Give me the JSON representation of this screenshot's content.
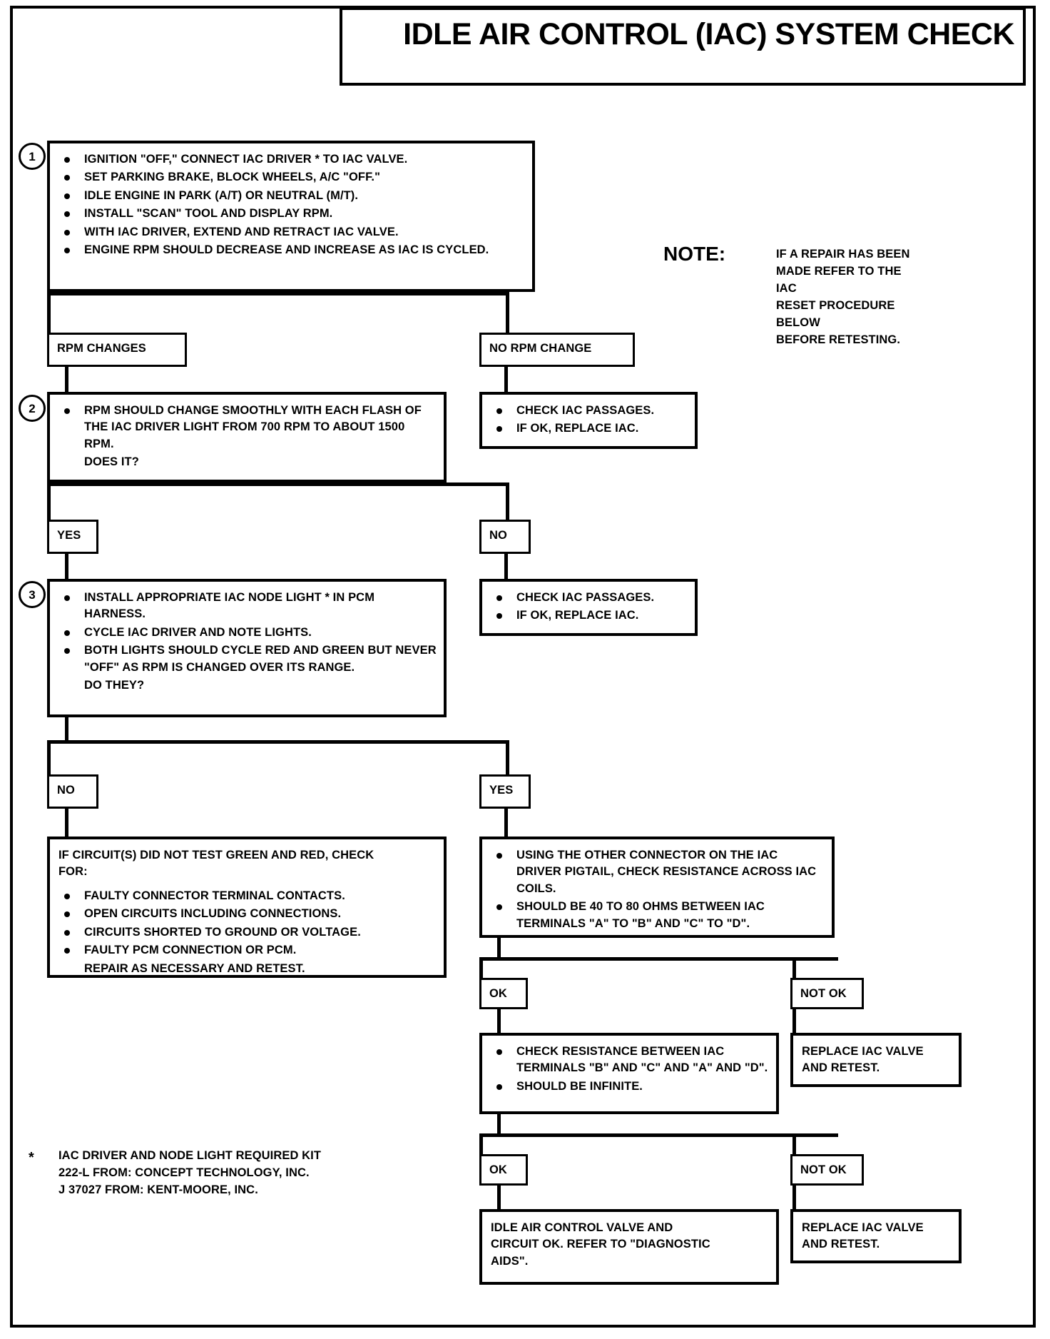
{
  "title": "IDLE AIR CONTROL (IAC) SYSTEM CHECK",
  "note": {
    "label": "NOTE:",
    "lines": [
      "IF A REPAIR HAS BEEN",
      "MADE REFER TO THE IAC",
      "RESET PROCEDURE BELOW",
      "BEFORE RETESTING."
    ]
  },
  "steps": {
    "one": {
      "number": "1",
      "bullets": [
        "IGNITION \"OFF,\" CONNECT IAC DRIVER * TO IAC VALVE.",
        "SET PARKING BRAKE, BLOCK WHEELS, A/C \"OFF.\"",
        "IDLE ENGINE IN PARK (A/T) OR NEUTRAL (M/T).",
        "INSTALL \"SCAN\" TOOL AND DISPLAY RPM.",
        "WITH IAC DRIVER, EXTEND AND RETRACT IAC VALVE.",
        "ENGINE RPM SHOULD DECREASE AND INCREASE AS IAC IS CYCLED."
      ]
    },
    "two": {
      "number": "2",
      "bullet": "RPM SHOULD CHANGE SMOOTHLY WITH EACH FLASH OF THE IAC DRIVER LIGHT FROM 700 RPM TO ABOUT 1500 RPM.",
      "question": "DOES IT?"
    },
    "three": {
      "number": "3",
      "bullets": [
        "INSTALL APPROPRIATE IAC NODE LIGHT * IN PCM HARNESS.",
        "CYCLE IAC DRIVER AND NOTE LIGHTS.",
        "BOTH LIGHTS SHOULD CYCLE RED AND GREEN BUT NEVER \"OFF\" AS RPM IS CHANGED OVER ITS RANGE."
      ],
      "question": "DO THEY?"
    }
  },
  "branches": {
    "rpm_changes": "RPM CHANGES",
    "no_rpm_change": "NO RPM CHANGE",
    "yes": "YES",
    "no": "NO",
    "ok": "OK",
    "not_ok": "NOT OK"
  },
  "boxes": {
    "check_passages_top": [
      "CHECK IAC PASSAGES.",
      "IF OK, REPLACE IAC."
    ],
    "check_passages_mid": [
      "CHECK IAC PASSAGES.",
      "IF OK, REPLACE IAC."
    ],
    "no_branch": {
      "lead_line1": "IF CIRCUIT(S) DID NOT TEST GREEN AND RED, CHECK",
      "lead_line2": "FOR:",
      "bullets": [
        "FAULTY CONNECTOR TERMINAL CONTACTS.",
        "OPEN CIRCUITS INCLUDING CONNECTIONS.",
        "CIRCUITS SHORTED TO GROUND OR VOLTAGE.",
        "FAULTY PCM CONNECTION OR PCM."
      ],
      "tail": "REPAIR AS NECESSARY AND RETEST."
    },
    "resistance_check": [
      "USING THE OTHER CONNECTOR ON THE IAC DRIVER PIGTAIL, CHECK RESISTANCE ACROSS IAC COILS.",
      "SHOULD BE 40 TO 80 OHMS BETWEEN IAC TERMINALS \"A\" TO \"B\" AND \"C\" TO \"D\"."
    ],
    "replace_valve_1": [
      "REPLACE IAC VALVE",
      "AND RETEST."
    ],
    "resistance_infinite": [
      "CHECK RESISTANCE BETWEEN IAC TERMINALS \"B\" AND \"C\" AND \"A\" AND \"D\".",
      "SHOULD BE INFINITE."
    ],
    "replace_valve_2": [
      "REPLACE IAC VALVE",
      "AND RETEST."
    ],
    "final_ok": [
      "IDLE AIR CONTROL VALVE AND",
      "CIRCUIT OK.  REFER TO \"DIAGNOSTIC",
      "AIDS\"."
    ]
  },
  "footnote": {
    "star": "*",
    "lines": [
      "IAC DRIVER AND NODE LIGHT REQUIRED KIT",
      "222-L FROM:  CONCEPT TECHNOLOGY, INC.",
      "J 37027 FROM:  KENT-MOORE, INC."
    ]
  }
}
